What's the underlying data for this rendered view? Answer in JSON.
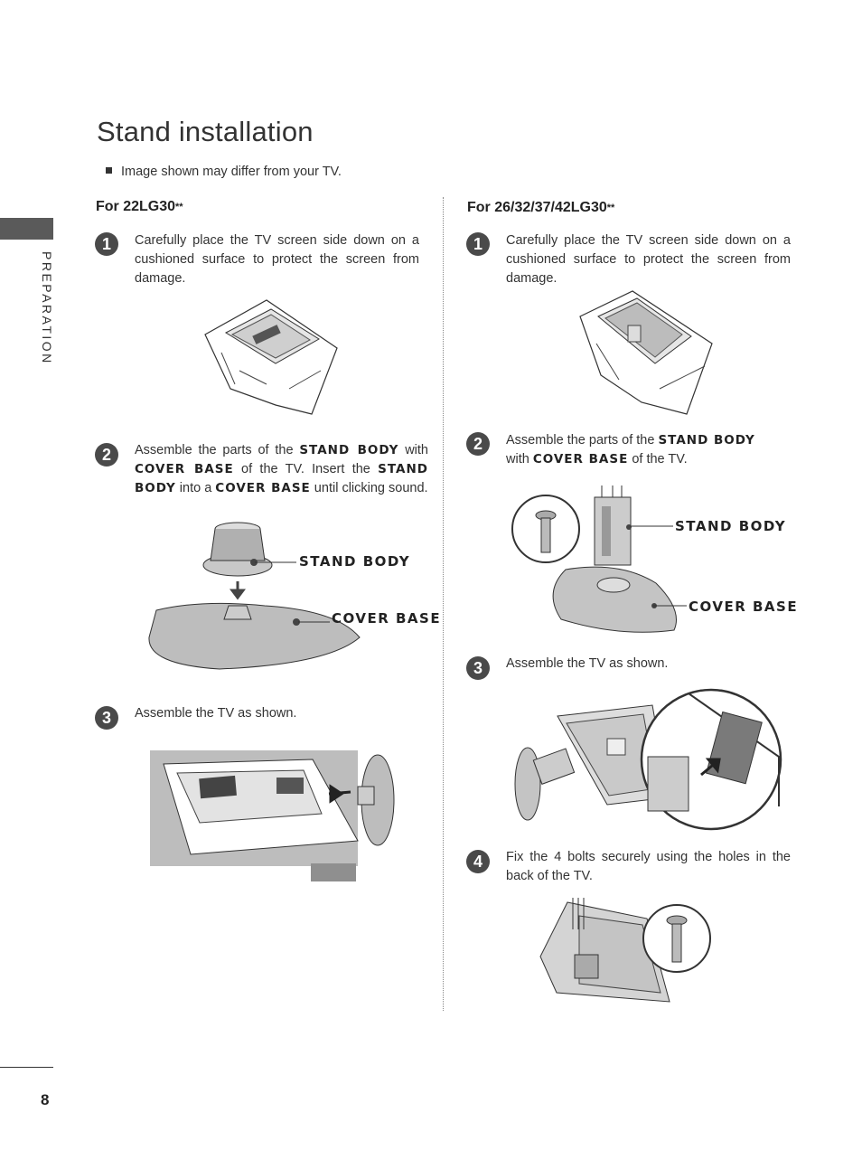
{
  "page": {
    "title": "Stand installation",
    "note": "Image shown may differ from your TV.",
    "side_label": "PREPARATION",
    "page_number": "8"
  },
  "left": {
    "model": "For 22LG30",
    "model_suffix": "**",
    "steps": [
      {
        "num": "1",
        "text": "Carefully place the TV screen side down on a cushioned surface to protect the screen from damage."
      },
      {
        "num": "2",
        "parts": [
          "Assemble the parts of the ",
          "STAND BODY",
          " with ",
          "COVER BASE",
          " of the TV. Insert the ",
          "STAND BODY",
          " into a ",
          "COVER BASE",
          " until clicking sound."
        ]
      },
      {
        "num": "3",
        "text": "Assemble the TV as shown."
      }
    ],
    "labels": {
      "stand_body": "STAND BODY",
      "cover_base": "COVER BASE"
    }
  },
  "right": {
    "model": "For 26/32/37/42LG30",
    "model_suffix": "**",
    "steps": [
      {
        "num": "1",
        "text": "Carefully place the TV screen side down on a cushioned surface to protect the screen from damage."
      },
      {
        "num": "2",
        "parts": [
          "Assemble the parts of the ",
          "STAND BODY",
          " with ",
          "COVER BASE",
          " of the TV."
        ]
      },
      {
        "num": "3",
        "text": "Assemble the TV as shown."
      },
      {
        "num": "4",
        "text": "Fix the 4 bolts securely using the holes in the back of the TV."
      }
    ],
    "labels": {
      "stand_body": "STAND BODY",
      "cover_base": "COVER BASE"
    }
  },
  "colors": {
    "badge": "#4a4a4a",
    "illustration_gray": "#b5b5b5",
    "side_tab": "#5a5a5a"
  }
}
